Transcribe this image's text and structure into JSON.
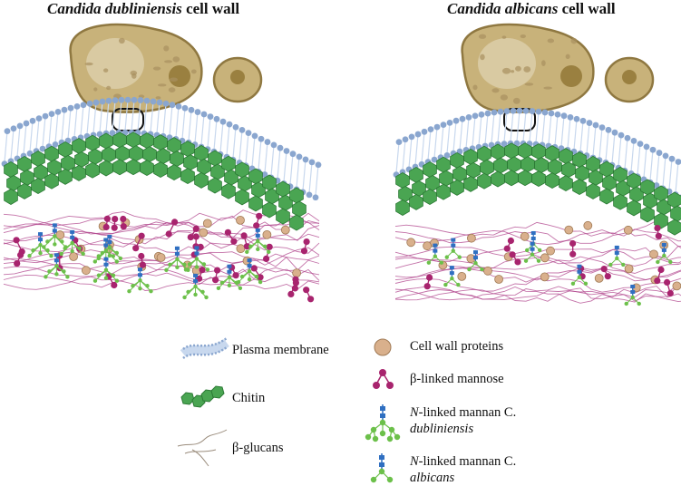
{
  "panels": [
    {
      "species": "Candida dubliniensis",
      "suffix": " cell wall",
      "variant": "dubliniensis"
    },
    {
      "species": "Candida albicans",
      "suffix": " cell wall",
      "variant": "albicans"
    }
  ],
  "legend": {
    "plasma_membrane": "Plasma membrane",
    "chitin": "Chitin",
    "beta_glucans": "β-glucans",
    "cell_wall_proteins": "Cell wall proteins",
    "beta_linked_mannose": "β-linked mannose",
    "n_linked_prefix": "N",
    "n_linked_dub_text": "-linked mannan C.",
    "n_linked_dub_species": "dubliniensis",
    "n_linked_alb_text": "-linked mannan C.",
    "n_linked_alb_species": "albicans"
  },
  "colors": {
    "yeast_body": "#c8b27a",
    "yeast_outline": "#8f7841",
    "membrane_head": "#8aa6cf",
    "membrane_tail": "#c8d8ee",
    "chitin": "#4aa552",
    "chitin_dark": "#2c7a35",
    "glucan": "#b0448c",
    "protein": "#d9b08c",
    "mannose": "#a8246e",
    "n_mannan_green": "#6cc04a",
    "n_mannan_blue": "#2f6fc1"
  }
}
